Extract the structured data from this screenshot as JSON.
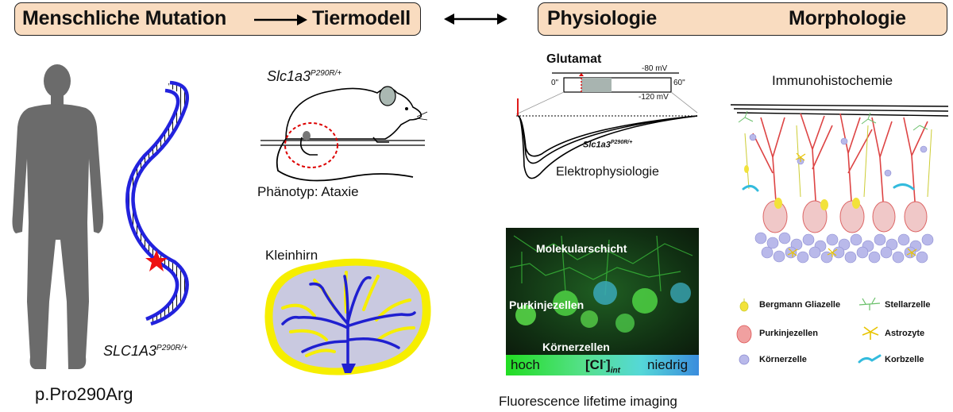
{
  "header": {
    "human_mutation": "Menschliche Mutation",
    "animal_model": "Tiermodell",
    "physiology": "Physiologie",
    "morphology": "Morphologie"
  },
  "human": {
    "gene_label": "SLC1A3",
    "gene_superscript": "P290R/+",
    "variant": "p.Pro290Arg"
  },
  "mouse": {
    "gene_label": "Slc1a3",
    "gene_superscript": "P290R/+",
    "phenotype": "Phänotyp: Ataxie"
  },
  "cerebellum": {
    "label": "Kleinhirn"
  },
  "electrophysiology": {
    "stimulus": "Glutamat",
    "v_top": "-80 mV",
    "v_bottom": "-120 mV",
    "t_start": "0\"",
    "t_end": "60\"",
    "trace_label": "Slc1a3",
    "trace_superscript": "P290R/+",
    "caption": "Elektrophysiologie"
  },
  "flim": {
    "layer_molecular": "Molekularschicht",
    "layer_purkinje": "Purkinjezellen",
    "layer_granule": "Körnerzellen",
    "scale_high": "hoch",
    "scale_ion": "[Cl",
    "scale_ion_sup": "-",
    "scale_ion_close": "]",
    "scale_ion_sub": "int",
    "scale_low": "niedrig",
    "caption": "Fluorescence lifetime imaging"
  },
  "immuno": {
    "title": "Immunohistochemie",
    "legend": {
      "bergmann": "Bergmann Gliazelle",
      "stellate": "Stellarzelle",
      "purkinje": "Purkinjezellen",
      "astrocyte": "Astrozyte",
      "granule": "Körnerzelle",
      "basket": "Korbzelle"
    }
  },
  "colors": {
    "header_fill": "#f9dcc0",
    "dna_blue": "#2222dd",
    "star_red": "#ee1111",
    "human_gray": "#6b6b6b",
    "cerebellum_yellow": "#f6ee00",
    "cerebellum_gray": "#c9c9e0"
  }
}
